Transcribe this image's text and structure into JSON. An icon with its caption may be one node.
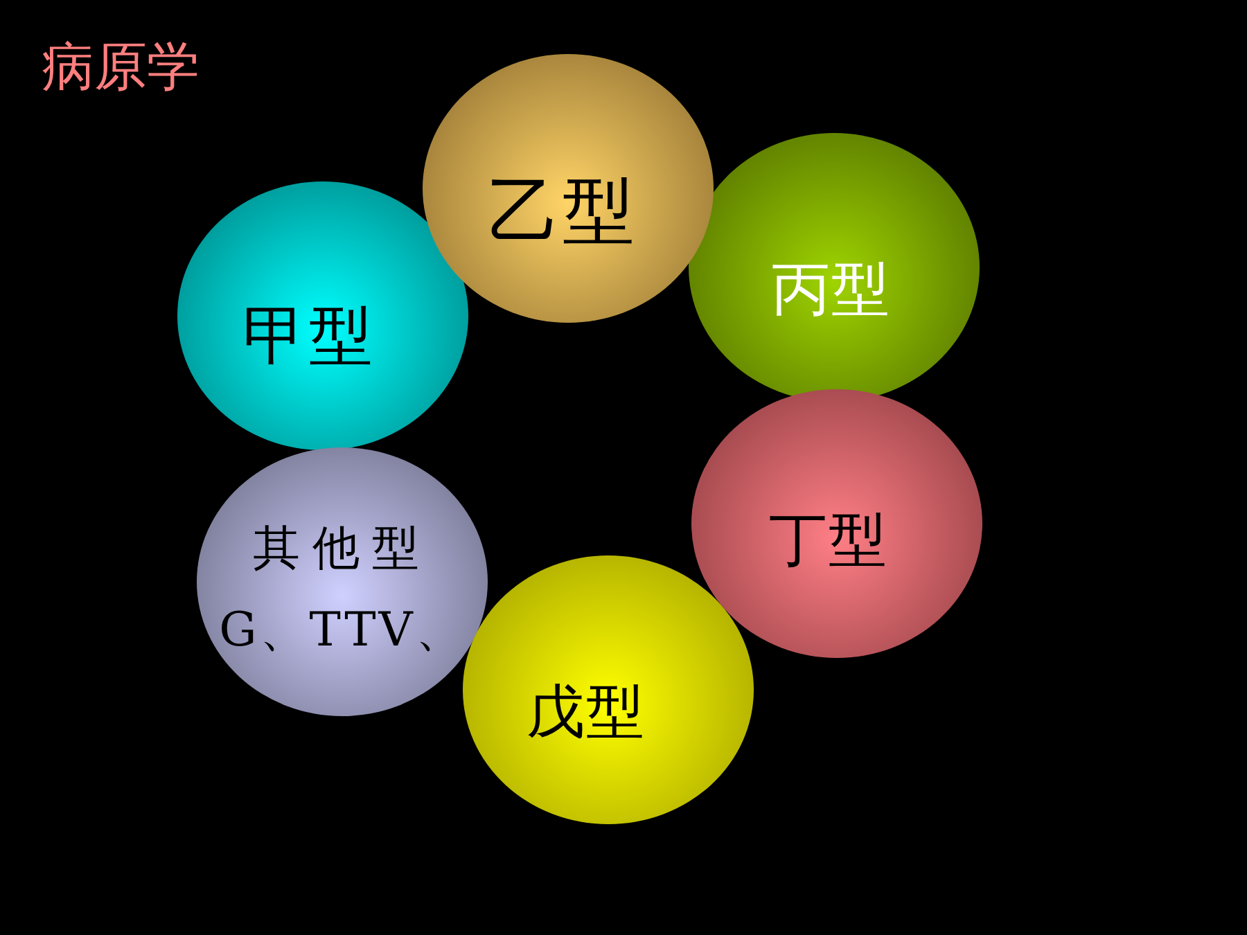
{
  "diagram": {
    "title": "病原学",
    "nodes": [
      {
        "text": [
          "甲型"
        ]
      },
      {
        "text": [
          "乙型"
        ]
      },
      {
        "text": [
          "丙型"
        ]
      },
      {
        "text": [
          "丁型"
        ]
      },
      {
        "text": [
          "戊型"
        ]
      },
      {
        "text": [
          "其他型",
          "G、TTV、"
        ]
      }
    ]
  }
}
